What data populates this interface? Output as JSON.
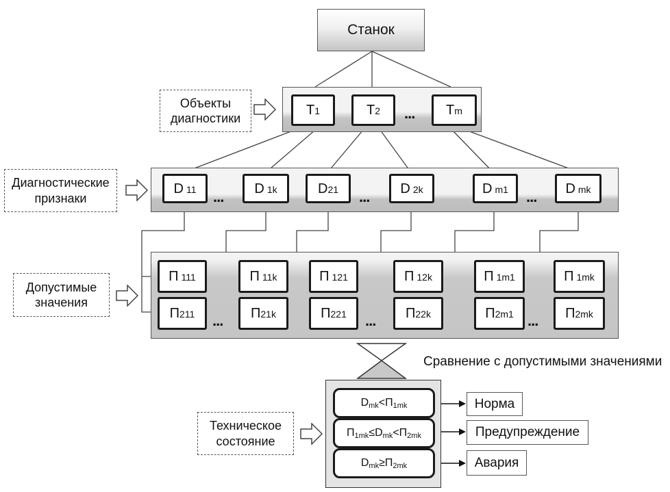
{
  "top": {
    "label": "Станок"
  },
  "side_labels": {
    "objects_line1": "Объекты",
    "objects_line2": "диагностики",
    "features_line1": "Диагностические",
    "features_line2": "признаки",
    "allowed_line1": "Допустимые",
    "allowed_line2": "значения",
    "state_line1": "Техническое",
    "state_line2": "состояние"
  },
  "objects": [
    {
      "main": "T",
      "sub": "1"
    },
    {
      "main": "T",
      "sub": "2"
    },
    {
      "main": "T",
      "sub": "m"
    }
  ],
  "features": [
    {
      "main": "D",
      "sub": "11"
    },
    {
      "main": "D",
      "sub": "1k"
    },
    {
      "main": "D",
      "sub": "21"
    },
    {
      "main": "D",
      "sub": "2k"
    },
    {
      "main": "D",
      "sub": "m1"
    },
    {
      "main": "D",
      "sub": "mk"
    }
  ],
  "limits_row1": [
    {
      "main": "П",
      "sub": "111"
    },
    {
      "main": "П",
      "sub": "11k"
    },
    {
      "main": "П",
      "sub": "121"
    },
    {
      "main": "П",
      "sub": "12k"
    },
    {
      "main": "П",
      "sub": "1m1"
    },
    {
      "main": "П",
      "sub": "1mk"
    }
  ],
  "limits_row2": [
    {
      "main": "П",
      "sub": "211"
    },
    {
      "main": "П",
      "sub": "21k"
    },
    {
      "main": "П",
      "sub": "221"
    },
    {
      "main": "П",
      "sub": "22k"
    },
    {
      "main": "П",
      "sub": "2m1"
    },
    {
      "main": "П",
      "sub": "2mk"
    }
  ],
  "ellipsis": "...",
  "comparison_label": "Сравнение с допустимыми значениями",
  "conditions": [
    {
      "a": "D",
      "a_sub": "mk",
      "op1": "<",
      "b": "П",
      "b_sub": "1mk",
      "op2": "",
      "c": "",
      "c_sub": ""
    },
    {
      "a": "П",
      "a_sub": "1mk",
      "op1": "≤",
      "b": "D",
      "b_sub": "mk",
      "op2": "<",
      "c": "П",
      "c_sub": "2mk"
    },
    {
      "a": "D",
      "a_sub": "mk",
      "op1": "≥",
      "b": "П",
      "b_sub": "2mk",
      "op2": "",
      "c": "",
      "c_sub": ""
    }
  ],
  "outcomes": [
    "Норма",
    "Предупреждение",
    "Авария"
  ]
}
